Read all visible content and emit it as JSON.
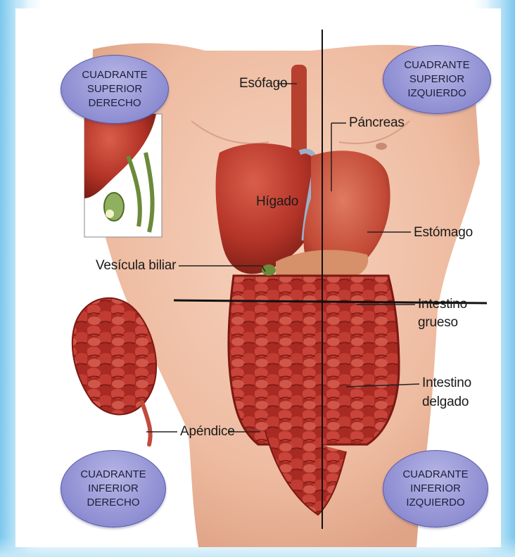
{
  "quadrants": {
    "superior_derecho": "CUADRANTE\nSUPERIOR\nDERECHO",
    "superior_izquierdo": "CUADRANTE\nSUPERIOR\nIZQUIERDO",
    "inferior_derecho": "CUADRANTE\nINFERIOR\nDERECHO",
    "inferior_izquierdo": "CUADRANTE\nINFERIOR\nIZQUIERDO"
  },
  "labels": {
    "esofago": "Esófago",
    "pancreas": "Páncreas",
    "higado": "Hígado",
    "estomago": "Estómago",
    "vesicula": "Vesícula biliar",
    "intestino_grueso_1": "Intestino",
    "intestino_grueso_2": "grueso",
    "intestino_delgado_1": "Intestino",
    "intestino_delgado_2": "delgado",
    "apendice": "Apéndice"
  },
  "colors": {
    "skin": "#f2c7ae",
    "organ": "#b8322a",
    "bubble": "#8d8dd2",
    "background_edge": "#8fd0f0"
  }
}
